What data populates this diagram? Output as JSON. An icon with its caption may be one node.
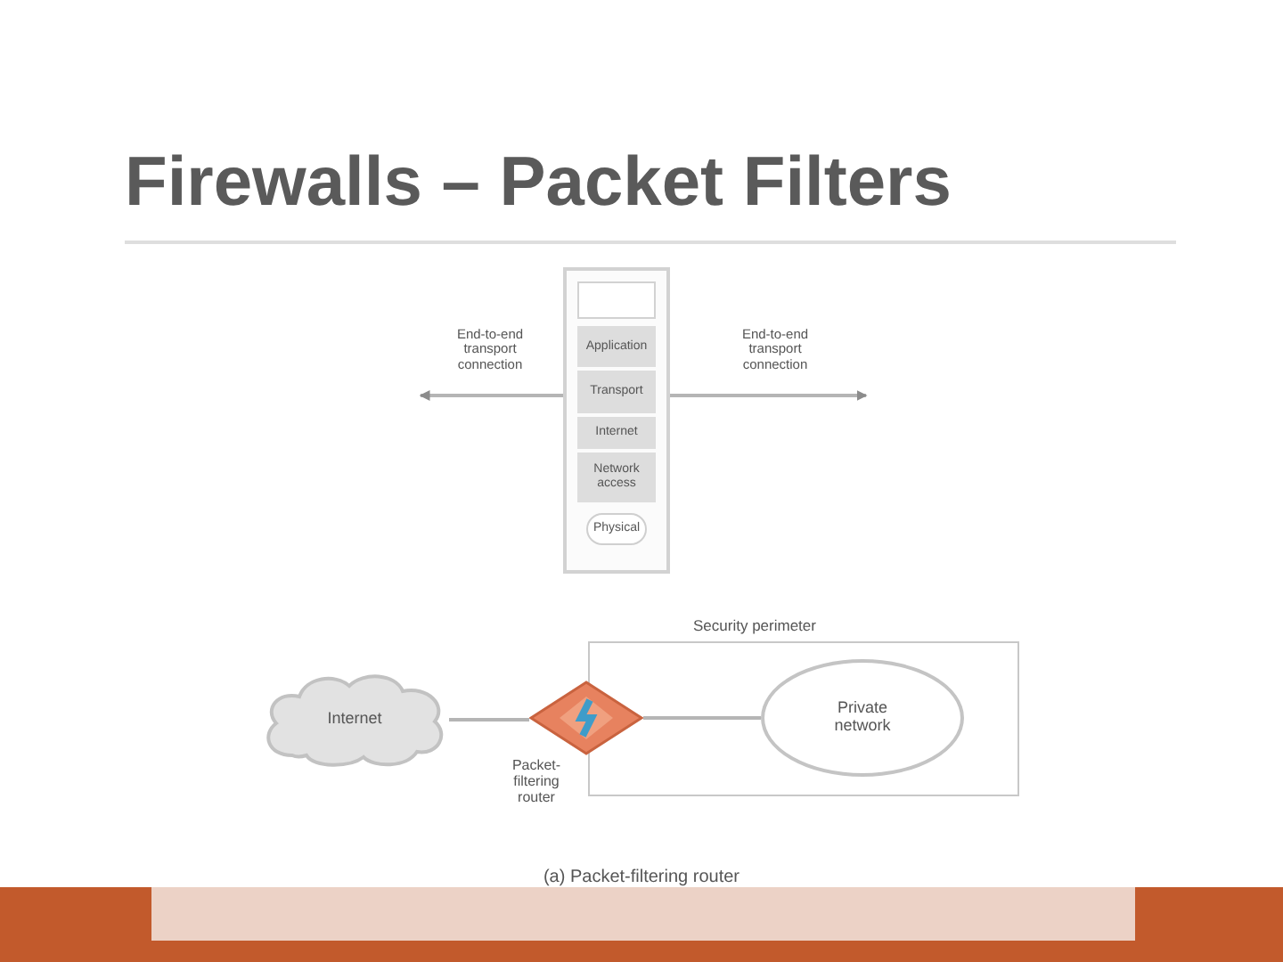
{
  "diagram": {
    "title": "Firewalls – Packet Filters",
    "caption": "(a) Packet-filtering router",
    "nodes": [
      {
        "text": [],
        "shape": "box"
      },
      {
        "text": [],
        "shape": "box",
        "in": 0
      },
      {
        "text": [
          "Application"
        ],
        "in": 0
      },
      {
        "text": [
          "Transport"
        ],
        "in": 0
      },
      {
        "text": [
          "Internet"
        ],
        "in": 0
      },
      {
        "text": [
          "Network access"
        ],
        "in": 0
      },
      {
        "text": [
          "Physical"
        ],
        "in": 0
      },
      {
        "text": [
          "Internet"
        ]
      },
      {
        "text": [
          "Security perimeter"
        ]
      },
      {
        "text": [],
        "shape": "diamond",
        "beside": [
          "Packet-filtering router"
        ]
      },
      {
        "text": [
          "Private network"
        ],
        "in": 8
      }
    ],
    "edges": [
      {
        "from": 0,
        "to": null,
        "arrow": "to",
        "label": "End-to-end transport connection"
      },
      {
        "from": 0,
        "to": null,
        "arrow": "to",
        "label": "End-to-end transport connection"
      },
      {
        "from": 7,
        "to": 9,
        "arrow": "none"
      },
      {
        "from": 9,
        "to": 10,
        "arrow": "none"
      }
    ]
  }
}
